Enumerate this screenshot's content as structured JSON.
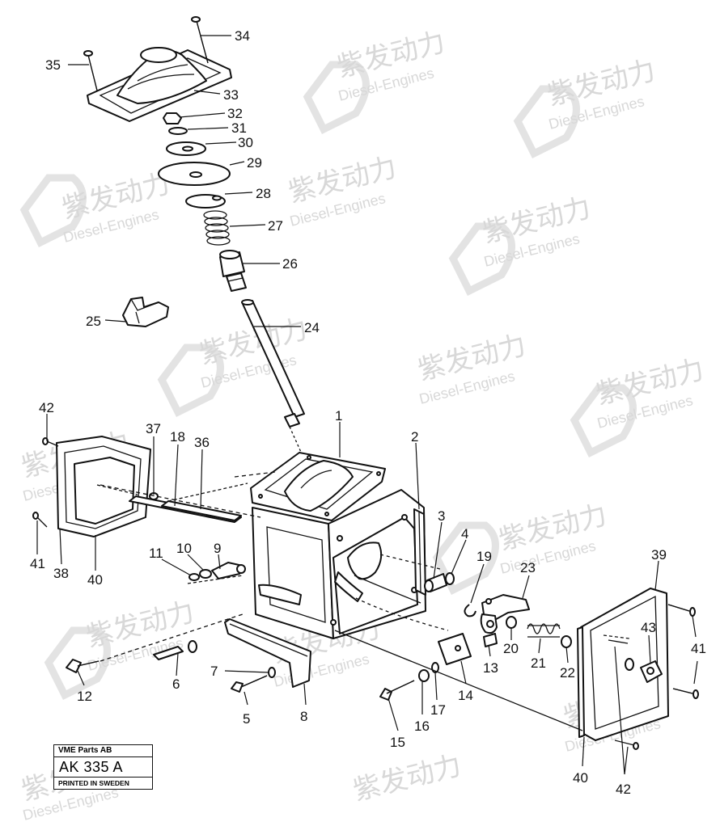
{
  "watermark": {
    "brand_cn": "紫发动力",
    "brand_en": "Diesel-Engines"
  },
  "title_plate": {
    "company": "VME Parts AB",
    "code": "AK 335 A",
    "printed": "PRINTED IN SWEDEN"
  },
  "callouts": [
    {
      "id": "c34",
      "label": "34"
    },
    {
      "id": "c35",
      "label": "35"
    },
    {
      "id": "c33",
      "label": "33"
    },
    {
      "id": "c32",
      "label": "32"
    },
    {
      "id": "c31",
      "label": "31"
    },
    {
      "id": "c30",
      "label": "30"
    },
    {
      "id": "c29",
      "label": "29"
    },
    {
      "id": "c28",
      "label": "28"
    },
    {
      "id": "c27",
      "label": "27"
    },
    {
      "id": "c26",
      "label": "26"
    },
    {
      "id": "c25",
      "label": "25"
    },
    {
      "id": "c24",
      "label": "24"
    },
    {
      "id": "c1",
      "label": "1"
    },
    {
      "id": "c2",
      "label": "2"
    },
    {
      "id": "c3",
      "label": "3"
    },
    {
      "id": "c4",
      "label": "4"
    },
    {
      "id": "c19",
      "label": "19"
    },
    {
      "id": "c23",
      "label": "23"
    },
    {
      "id": "c39",
      "label": "39"
    },
    {
      "id": "c42a",
      "label": "42"
    },
    {
      "id": "c37",
      "label": "37"
    },
    {
      "id": "c18",
      "label": "18"
    },
    {
      "id": "c36",
      "label": "36"
    },
    {
      "id": "c41a",
      "label": "41"
    },
    {
      "id": "c38",
      "label": "38"
    },
    {
      "id": "c40a",
      "label": "40"
    },
    {
      "id": "c11",
      "label": "11"
    },
    {
      "id": "c10",
      "label": "10"
    },
    {
      "id": "c9",
      "label": "9"
    },
    {
      "id": "c20",
      "label": "20"
    },
    {
      "id": "c43",
      "label": "43"
    },
    {
      "id": "c13",
      "label": "13"
    },
    {
      "id": "c21",
      "label": "21"
    },
    {
      "id": "c22",
      "label": "22"
    },
    {
      "id": "c41b",
      "label": "41"
    },
    {
      "id": "c12",
      "label": "12"
    },
    {
      "id": "c6",
      "label": "6"
    },
    {
      "id": "c7",
      "label": "7"
    },
    {
      "id": "c14",
      "label": "14"
    },
    {
      "id": "c5",
      "label": "5"
    },
    {
      "id": "c8",
      "label": "8"
    },
    {
      "id": "c15",
      "label": "15"
    },
    {
      "id": "c16",
      "label": "16"
    },
    {
      "id": "c17",
      "label": "17"
    },
    {
      "id": "c40b",
      "label": "40"
    },
    {
      "id": "c42b",
      "label": "42"
    }
  ]
}
